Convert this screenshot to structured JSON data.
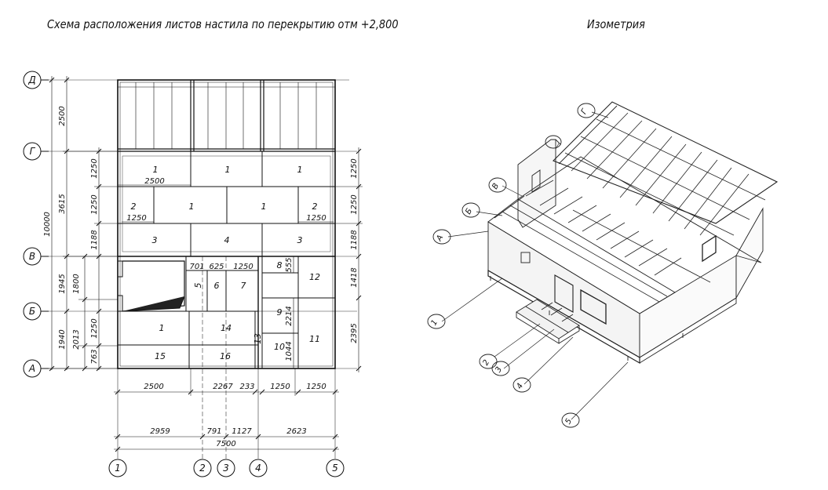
{
  "titles": {
    "plan": "Схема расположения листов настила по перекрытию отм +2,800",
    "iso": "Изометрия"
  },
  "axes": {
    "letters": [
      "Д",
      "Г",
      "В",
      "Б",
      "А"
    ],
    "numbers": [
      "1",
      "2",
      "3",
      "4",
      "5"
    ]
  },
  "dims": {
    "left_outer": [
      "2500",
      "3615",
      "1945",
      "1940"
    ],
    "left_total": "10000",
    "left_inner": [
      "1250",
      "1250",
      "1188",
      "1800",
      "1250",
      "763",
      "2013"
    ],
    "right": [
      "1250",
      "1250",
      "1188",
      "1418",
      "2395"
    ],
    "bottom_row1": [
      "2500",
      "2267",
      "233",
      "1250",
      "1250"
    ],
    "bottom_row2": [
      "2959",
      "791",
      "1127",
      "2623"
    ],
    "bottom_total": "7500",
    "interior": [
      "2500",
      "1250",
      "1250",
      "701",
      "625",
      "1250",
      "555",
      "2214",
      "1044"
    ]
  },
  "sheets": [
    "1",
    "1",
    "1",
    "2",
    "1",
    "1",
    "2",
    "3",
    "4",
    "3",
    "5",
    "6",
    "7",
    "8",
    "12",
    "9",
    "1",
    "14",
    "13",
    "10",
    "11",
    "15",
    "16"
  ],
  "iso_callouts": [
    "А",
    "Б",
    "В",
    "Г",
    "1",
    "2",
    "3",
    "4",
    "5"
  ]
}
